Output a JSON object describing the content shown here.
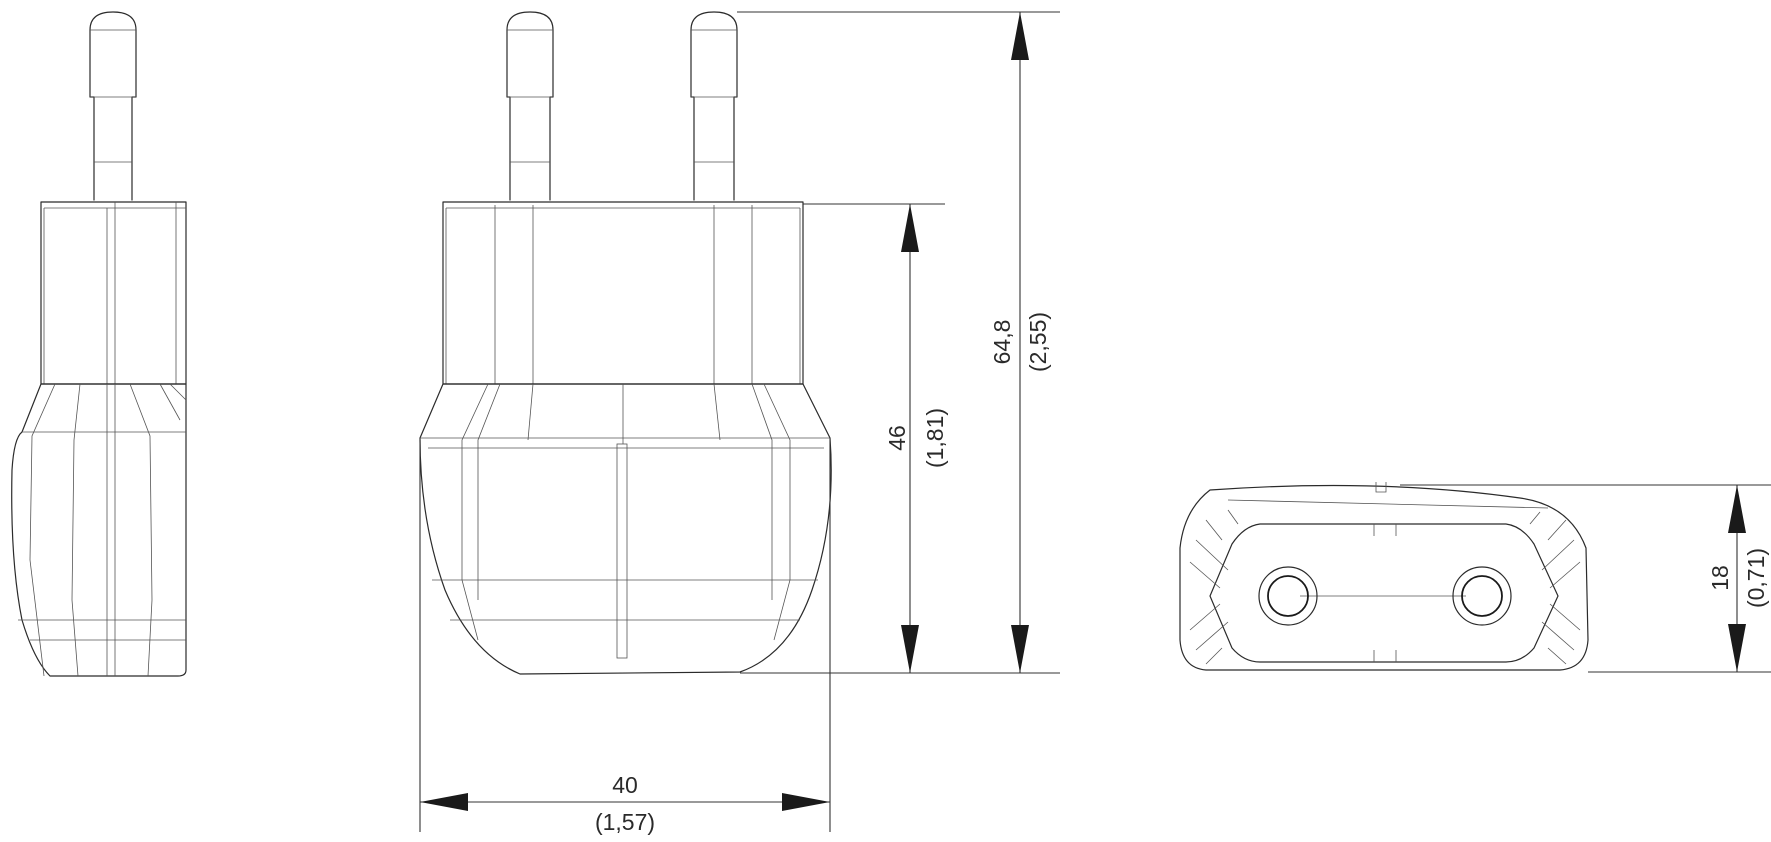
{
  "drawing": {
    "views": [
      "side-view",
      "front-view",
      "bottom-view"
    ],
    "dimensions": {
      "width": {
        "value": "40",
        "alt": "(1,57)"
      },
      "body_height": {
        "value": "46",
        "alt": "(1,81)"
      },
      "total_height": {
        "value": "64,8",
        "alt": "(2,55)"
      },
      "depth": {
        "value": "18",
        "alt": "(0,71)"
      }
    },
    "line_color": "#2b2b2b"
  }
}
